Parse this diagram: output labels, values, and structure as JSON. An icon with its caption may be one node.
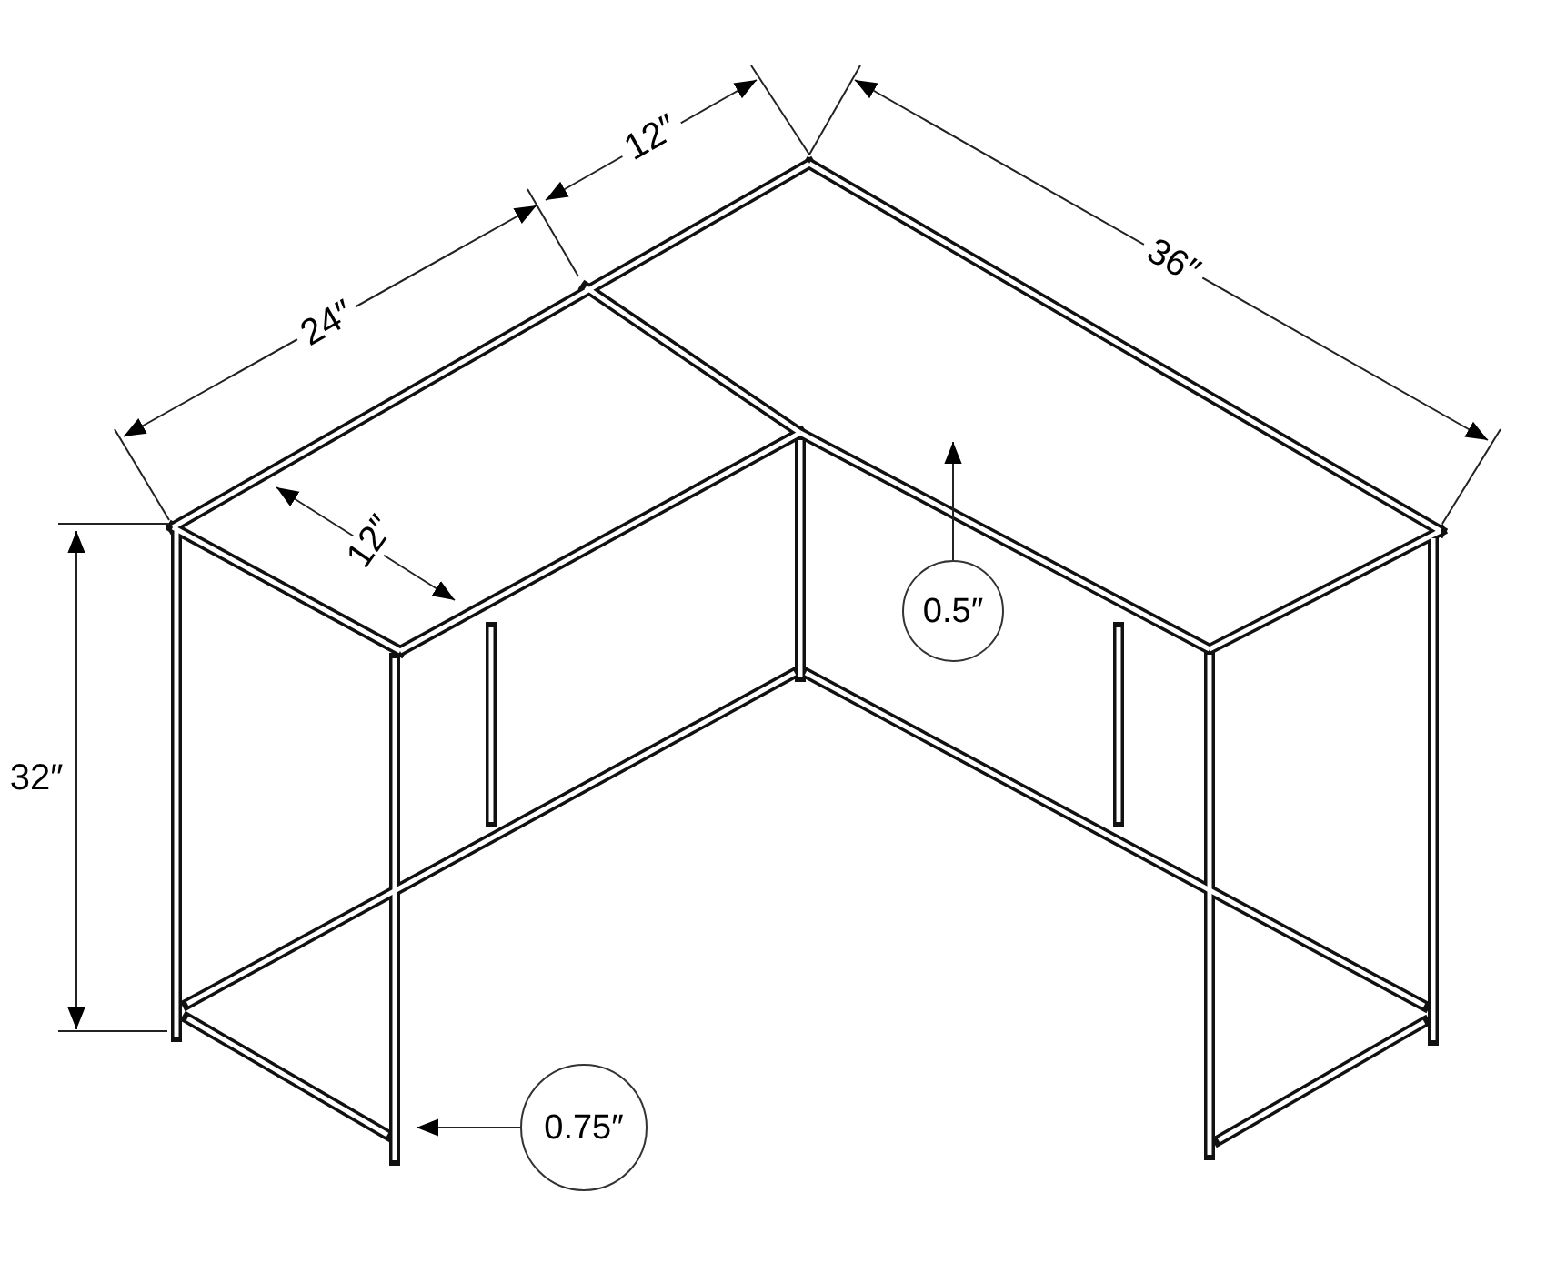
{
  "diagram": {
    "nodes": [
      {
        "text": [
          "0.5″"
        ]
      },
      {
        "text": [
          "0.75″"
        ]
      }
    ],
    "edges": [
      {
        "from": 0,
        "to": null,
        "arrow": "to"
      },
      {
        "from": 1,
        "to": null,
        "arrow": "to"
      }
    ],
    "labels": [
      "12″",
      "36″",
      "24″",
      "12″",
      "32″"
    ]
  }
}
